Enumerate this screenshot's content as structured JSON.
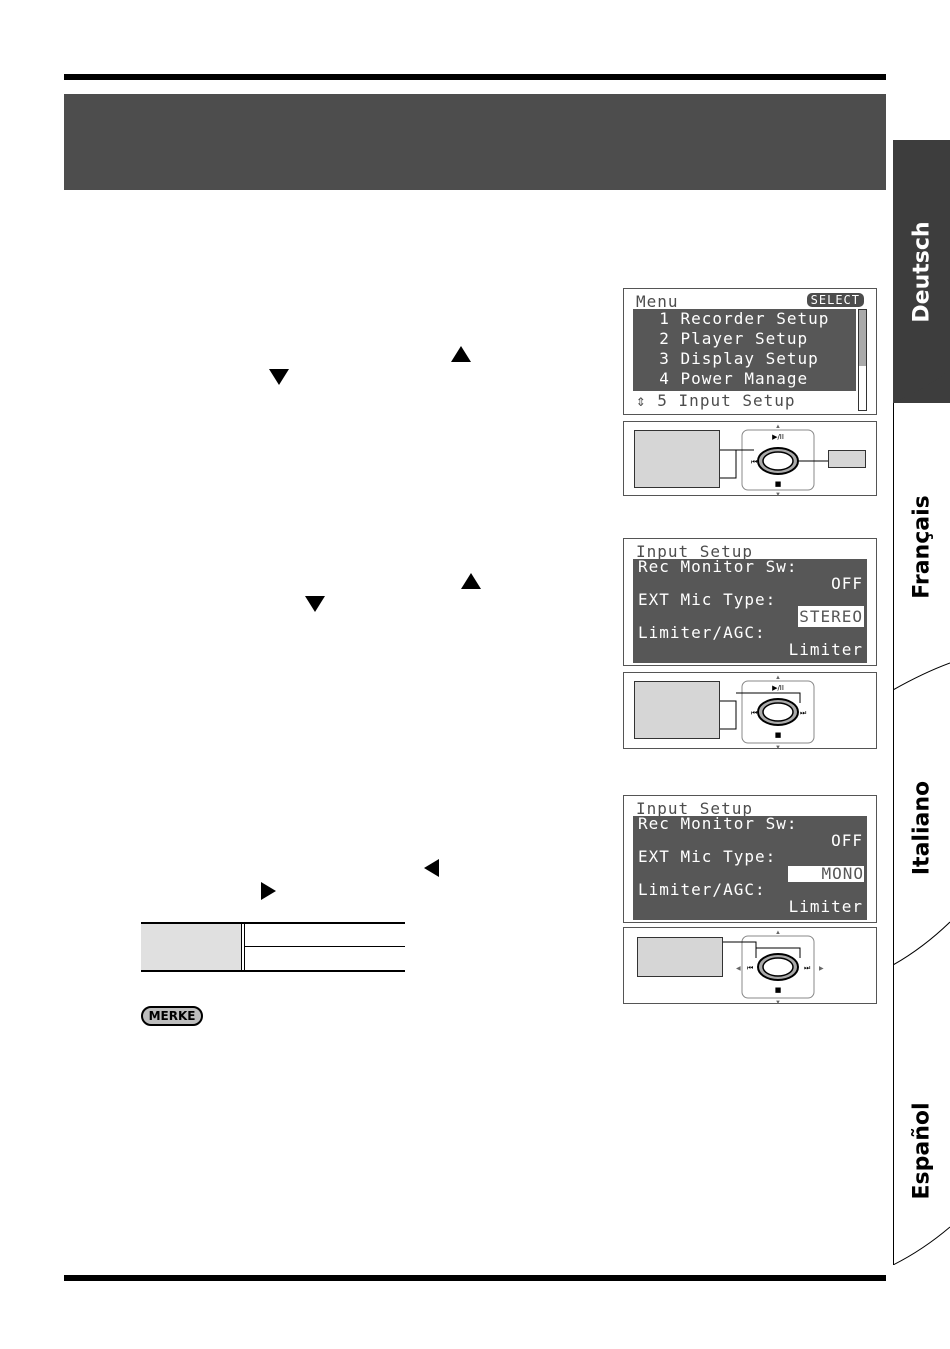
{
  "tabs": [
    {
      "label": "Deutsch",
      "active": true
    },
    {
      "label": "Français",
      "active": false
    },
    {
      "label": "Italiano",
      "active": false
    },
    {
      "label": "Español",
      "active": false
    }
  ],
  "screens": [
    {
      "header": "Menu",
      "badge": "SELECT",
      "lines": [
        "  1 Recorder Setup",
        "  2 Player Setup",
        "  3 Display Setup",
        "  4 Power Manage"
      ],
      "footer_line": "5 Input Setup"
    },
    {
      "header": "Input Setup",
      "lines": [
        "Rec Monitor Sw:",
        "OFF",
        "EXT Mic Type:",
        "STEREO",
        "Limiter/AGC:",
        "Limiter"
      ]
    },
    {
      "header": "Input Setup",
      "lines": [
        "Rec Monitor Sw:",
        "OFF",
        "EXT Mic Type:",
        "MONO",
        "Limiter/AGC:",
        "Limiter"
      ]
    }
  ],
  "merke_label": "MERKE",
  "colors": {
    "banner": "#4d4d4d",
    "lcd": "#575757",
    "tab_active": "#3d3d3d"
  }
}
